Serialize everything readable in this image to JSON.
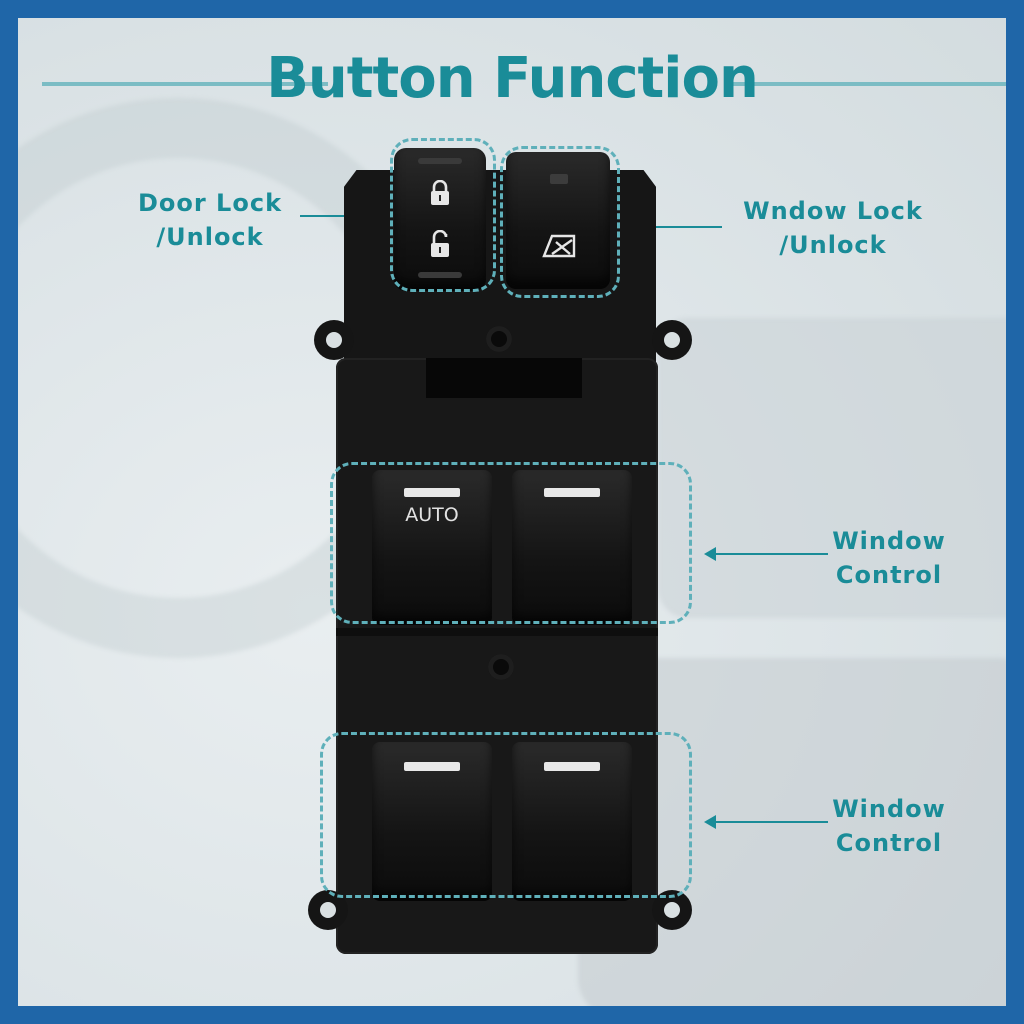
{
  "title": "Button Function",
  "labels": {
    "door_lock_line1": "Door Lock",
    "door_lock_line2": "/Unlock",
    "window_lock_line1": "Wndow Lock",
    "window_lock_line2": "/Unlock",
    "window_control_1_line1": "Window",
    "window_control_1_line2": "Control",
    "window_control_2_line1": "Window",
    "window_control_2_line2": "Control"
  },
  "switch_text": {
    "auto": "AUTO"
  },
  "icons": [
    "lock-closed-icon",
    "lock-open-icon",
    "window-lock-icon"
  ],
  "colors": {
    "accent": "#1a8c98",
    "frame": "#1f66a8",
    "dashed_outline": "#5fb0ba"
  }
}
